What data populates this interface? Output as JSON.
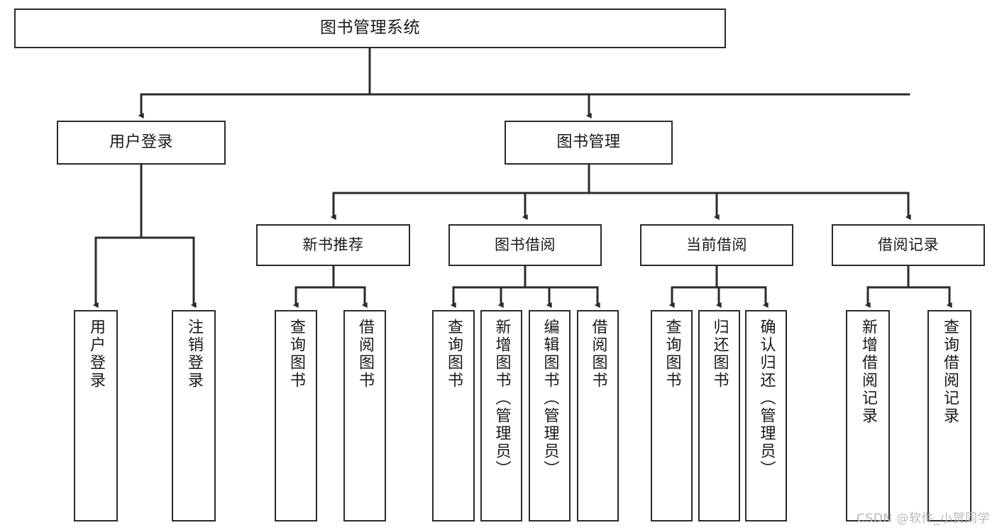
{
  "diagram": {
    "title": "图书管理系统",
    "type": "tree",
    "watermark": "CSDN @软件_小贺同学",
    "line_color": "#2b2b2b",
    "box_fill": "#ffffff",
    "text_color": "#1a1a1a",
    "nodes": {
      "root": {
        "label": "图书管理系统"
      },
      "level1": [
        {
          "id": "user-login",
          "label": "用户登录"
        },
        {
          "id": "book-manage",
          "label": "图书管理"
        }
      ],
      "level2": [
        {
          "id": "new-book-recommend",
          "label": "新书推荐"
        },
        {
          "id": "book-borrow",
          "label": "图书借阅"
        },
        {
          "id": "current-borrow",
          "label": "当前借阅"
        },
        {
          "id": "borrow-record",
          "label": "借阅记录"
        }
      ],
      "leaves": {
        "user-login": [
          {
            "id": "leaf-user-login",
            "label": "用户登录"
          },
          {
            "id": "leaf-user-logout",
            "label": "注销登录"
          }
        ],
        "new-book-recommend": [
          {
            "id": "leaf-query-book-1",
            "label": "查询图书"
          },
          {
            "id": "leaf-borrow-book-1",
            "label": "借阅图书"
          }
        ],
        "book-borrow": [
          {
            "id": "leaf-query-book-2",
            "label": "查询图书"
          },
          {
            "id": "leaf-add-book",
            "label": "新增图书（管理员）"
          },
          {
            "id": "leaf-edit-book",
            "label": "编辑图书（管理员）"
          },
          {
            "id": "leaf-borrow-book-2",
            "label": "借阅图书"
          }
        ],
        "current-borrow": [
          {
            "id": "leaf-query-book-3",
            "label": "查询图书"
          },
          {
            "id": "leaf-return-book",
            "label": "归还图书"
          },
          {
            "id": "leaf-confirm-return",
            "label": "确认归还（管理员）"
          }
        ],
        "borrow-record": [
          {
            "id": "leaf-add-record",
            "label": "新增借阅记录"
          },
          {
            "id": "leaf-query-record",
            "label": "查询借阅记录"
          }
        ]
      }
    }
  }
}
